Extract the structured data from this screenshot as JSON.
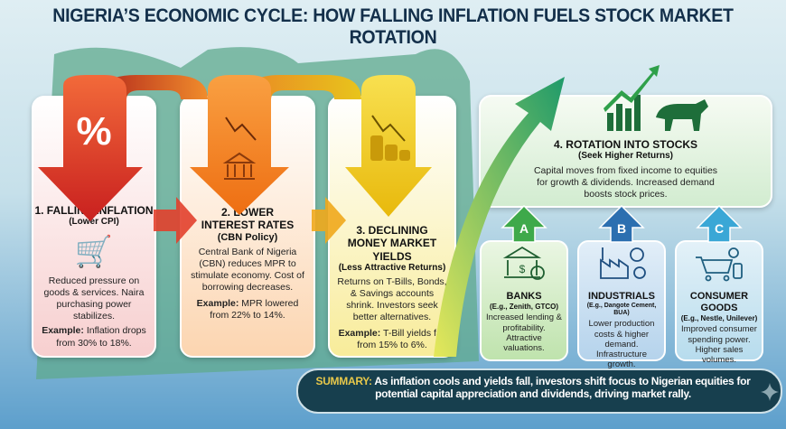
{
  "title": "NIGERIA’S ECONOMIC CYCLE: HOW FALLING INFLATION FUELS STOCK MARKET ROTATION",
  "steps": [
    {
      "heading": "1. FALLING INFLATION",
      "sub": "(Lower CPI)",
      "icon": "percent-icon",
      "body": "Reduced pressure on goods & services. Naira purchasing power stabilizes.",
      "example_label": "Example:",
      "example": "Inflation drops from 30% to 18%.",
      "color": "#d9302b"
    },
    {
      "heading": "2. LOWER INTEREST RATES",
      "sub": "(CBN Policy)",
      "icon": "bank-icon",
      "body": "Central Bank of Nigeria (CBN) reduces MPR to stimulate economy. Cost of borrowing decreases.",
      "example_label": "Example:",
      "example": "MPR lowered from 22% to 14%.",
      "color": "#f07c1e"
    },
    {
      "heading": "3. DECLINING MONEY MARKET YIELDS",
      "sub": "(Less Attractive Returns)",
      "icon": "coins-icon",
      "body": "Returns on T-Bills, Bonds, & Savings accounts shrink. Investors seek better alternatives.",
      "example_label": "Example:",
      "example": "T-Bill yields fall from 15% to 6%.",
      "color": "#efc619"
    },
    {
      "heading": "4. ROTATION INTO STOCKS",
      "sub": "(Seek Higher Returns)",
      "icon": "bull-chart-icon",
      "body": "Capital moves from fixed income to equities for growth & dividends. Increased demand boosts stock prices.",
      "color": "#2f9a4f"
    }
  ],
  "sectors": [
    {
      "letter": "A",
      "name": "BANKS",
      "examples": "(E.g., Zenith, GTCO)",
      "body": "Increased lending & profitability. Attractive valuations.",
      "color": "#3ea94a"
    },
    {
      "letter": "B",
      "name": "INDUSTRIALS",
      "examples": "(E.g., Dangote Cement, BUA)",
      "body": "Lower production costs & higher demand. Infrastructure growth.",
      "color": "#2c6fb0"
    },
    {
      "letter": "C",
      "name": "CONSUMER GOODS",
      "examples": "(E.g., Nestle, Unilever)",
      "body": "Improved consumer spending power. Higher sales volumes.",
      "color": "#3aa7d6"
    }
  ],
  "summary": {
    "label": "SUMMARY:",
    "text": "As inflation cools and yields fall, investors shift focus to Nigerian equities for potential capital appreciation and dividends, driving market rally."
  },
  "icons": {
    "percent": "%"
  }
}
